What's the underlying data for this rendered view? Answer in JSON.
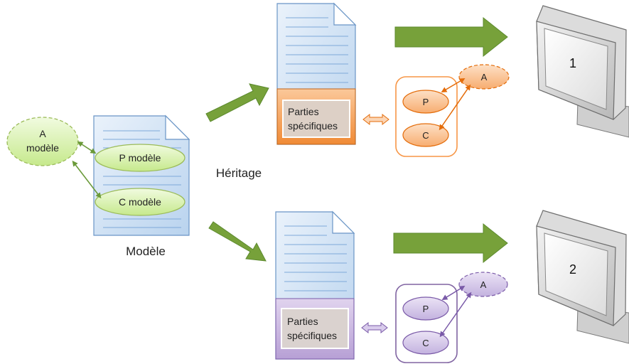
{
  "model": {
    "caption": "Modèle",
    "a_label_line1": "A",
    "a_label_line2": "modèle",
    "p_label": "P modèle",
    "c_label": "C modèle"
  },
  "inheritance_label": "Héritage",
  "variants": [
    {
      "specific_line1": "Parties",
      "specific_line2": "spécifiques",
      "a_label": "A",
      "p_label": "P",
      "c_label": "C",
      "screen_number": "1",
      "accent_color": "#f79646"
    },
    {
      "specific_line1": "Parties",
      "specific_line2": "spécifiques",
      "a_label": "A",
      "p_label": "P",
      "c_label": "C",
      "screen_number": "2",
      "accent_color": "#8064a2"
    }
  ],
  "colors": {
    "green_arrow": "#77a13a",
    "green_light": "#d9f2b0",
    "document_blue": "#d4e5f7"
  }
}
